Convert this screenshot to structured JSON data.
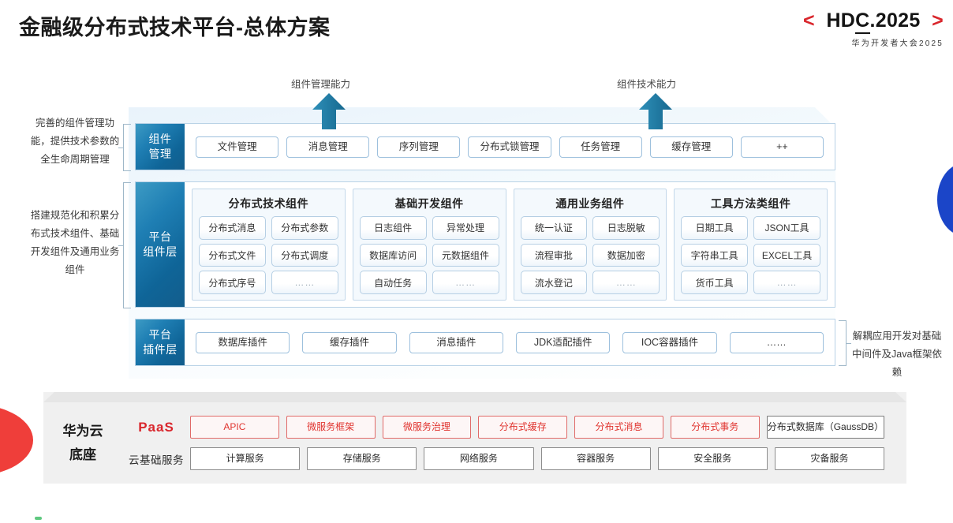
{
  "header": {
    "title": "金融级分布式技术平台-总体方案",
    "logo": {
      "left_angle": "<",
      "main": "HDC.2025",
      "underline_char": "C",
      "right_angle": ">",
      "subtitle": "华为开发者大会2025"
    }
  },
  "callouts": [
    {
      "label": "组件管理能力",
      "icon": "up-arrow-icon"
    },
    {
      "label": "组件技术能力",
      "icon": "up-arrow-icon"
    }
  ],
  "annotations": {
    "left_top": "完善的组件管理功能，提供技术参数的全生命周期管理",
    "left_bottom": "搭建规范化和积累分布式技术组件、基础开发组件及通用业务组件",
    "right": "解耦应用开发对基础中间件及Java框架依赖"
  },
  "layers": {
    "management": {
      "label": "组件\n管理",
      "label_line1": "组件",
      "label_line2": "管理",
      "items": [
        "文件管理",
        "消息管理",
        "序列管理",
        "分布式锁管理",
        "任务管理",
        "缓存管理",
        "++"
      ]
    },
    "platform_component": {
      "label_line1": "平台",
      "label_line2": "组件层",
      "groups": [
        {
          "title": "分布式技术组件",
          "items": [
            "分布式消息",
            "分布式参数",
            "分布式文件",
            "分布式调度",
            "分布式序号",
            "……"
          ]
        },
        {
          "title": "基础开发组件",
          "items": [
            "日志组件",
            "异常处理",
            "数据库访问",
            "元数据组件",
            "自动任务",
            "……"
          ]
        },
        {
          "title": "通用业务组件",
          "items": [
            "统一认证",
            "日志脱敏",
            "流程审批",
            "数据加密",
            "流水登记",
            "……"
          ]
        },
        {
          "title": "工具方法类组件",
          "items": [
            "日期工具",
            "JSON工具",
            "字符串工具",
            "EXCEL工具",
            "货币工具",
            "……"
          ]
        }
      ]
    },
    "platform_plugin": {
      "label_line1": "平台",
      "label_line2": "插件层",
      "items": [
        "数据库插件",
        "缓存插件",
        "消息插件",
        "JDK适配插件",
        "IOC容器插件",
        "……"
      ]
    }
  },
  "base": {
    "label_line1": "华为云",
    "label_line2": "底座",
    "rows": [
      {
        "tag": "PaaS",
        "tag_style": "red",
        "items": [
          {
            "label": "APIC",
            "style": "red"
          },
          {
            "label": "微服务框架",
            "style": "red"
          },
          {
            "label": "微服务治理",
            "style": "red"
          },
          {
            "label": "分布式缓存",
            "style": "red"
          },
          {
            "label": "分布式消息",
            "style": "red"
          },
          {
            "label": "分布式事务",
            "style": "red"
          },
          {
            "label": "分布式数据库（GaussDB）",
            "style": "grey-wide"
          }
        ]
      },
      {
        "tag": "云基础服务",
        "tag_style": "plain",
        "items": [
          {
            "label": "计算服务",
            "style": "grey"
          },
          {
            "label": "存储服务",
            "style": "grey"
          },
          {
            "label": "网络服务",
            "style": "grey"
          },
          {
            "label": "容器服务",
            "style": "grey"
          },
          {
            "label": "安全服务",
            "style": "grey"
          },
          {
            "label": "灾备服务",
            "style": "grey"
          }
        ]
      }
    ]
  },
  "colors": {
    "brand_red": "#d9262c",
    "label_blue": "#0f6598",
    "arrow_blue": "#1d7ba6",
    "panel_border": "#b9d2e6",
    "deco_blue": "#1b45c8",
    "deco_red": "#ef3e3a"
  }
}
